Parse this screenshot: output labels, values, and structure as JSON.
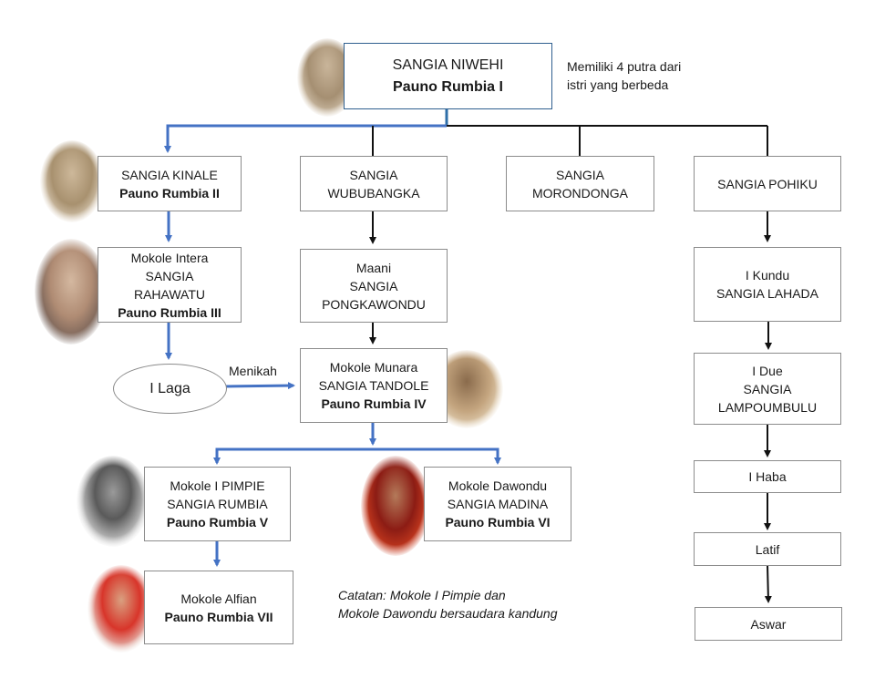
{
  "colors": {
    "lineBlue": "#4472c4",
    "lineBlack": "#111111",
    "rootBorder": "#2f5f8f",
    "boxBorder": "#8c8c8c"
  },
  "root": {
    "name": "SANGIA NIWEHI",
    "title": "Pauno Rumbia I",
    "note": [
      "Memiliki 4 putra dari",
      "istri yang berbeda"
    ]
  },
  "sons": [
    {
      "lines": [
        "SANGIA KINALE"
      ],
      "title": "Pauno Rumbia II"
    },
    {
      "lines": [
        "SANGIA",
        "WUBUBANGKA"
      ],
      "title": ""
    },
    {
      "lines": [
        "SANGIA",
        "MORONDONGA"
      ],
      "title": ""
    },
    {
      "lines": [
        "SANGIA POHIKU"
      ],
      "title": ""
    }
  ],
  "branch1": {
    "rahawatu": {
      "lines": [
        "Mokole Intera",
        "SANGIA",
        "RAHAWATU"
      ],
      "title": "Pauno Rumbia III"
    },
    "laga": "I Laga",
    "marriage_label": "Menikah"
  },
  "branch2": {
    "pongkawondu": {
      "lines": [
        "Maani",
        "SANGIA",
        "PONGKAWONDU"
      ]
    },
    "tandole": {
      "lines": [
        "Mokole Munara",
        "SANGIA TANDOLE"
      ],
      "title": "Pauno Rumbia IV"
    }
  },
  "gen5": [
    {
      "lines": [
        "Mokole I PIMPIE",
        "SANGIA RUMBIA"
      ],
      "title": "Pauno Rumbia V"
    },
    {
      "lines": [
        "Mokole Dawondu",
        "SANGIA MADINA"
      ],
      "title": "Pauno Rumbia VI"
    }
  ],
  "gen6": {
    "lines": [
      "Mokole Alfian"
    ],
    "title": "Pauno Rumbia VII"
  },
  "branch4": [
    {
      "lines": [
        "I Kundu",
        "SANGIA LAHADA"
      ]
    },
    {
      "lines": [
        "I Due",
        "SANGIA",
        "LAMPOUMBULU"
      ]
    },
    {
      "lines": [
        "I Haba"
      ]
    },
    {
      "lines": [
        "Latif"
      ]
    },
    {
      "lines": [
        "Aswar"
      ]
    }
  ],
  "footnote": [
    "Catatan: Mokole I Pimpie dan",
    "Mokole Dawondu bersaudara kandung"
  ],
  "photos": [
    {
      "name": "portrait-sangia-niwehi",
      "tone": "sepia"
    },
    {
      "name": "portrait-sangia-kinale",
      "tone": "sepia"
    },
    {
      "name": "portrait-sangia-rahawatu",
      "tone": "sepia"
    },
    {
      "name": "portrait-sangia-tandole",
      "tone": "sepia"
    },
    {
      "name": "portrait-mokole-pimpie",
      "tone": "grayscale"
    },
    {
      "name": "portrait-mokole-dawondu",
      "tone": "red"
    },
    {
      "name": "portrait-mokole-alfian",
      "tone": "red"
    }
  ]
}
